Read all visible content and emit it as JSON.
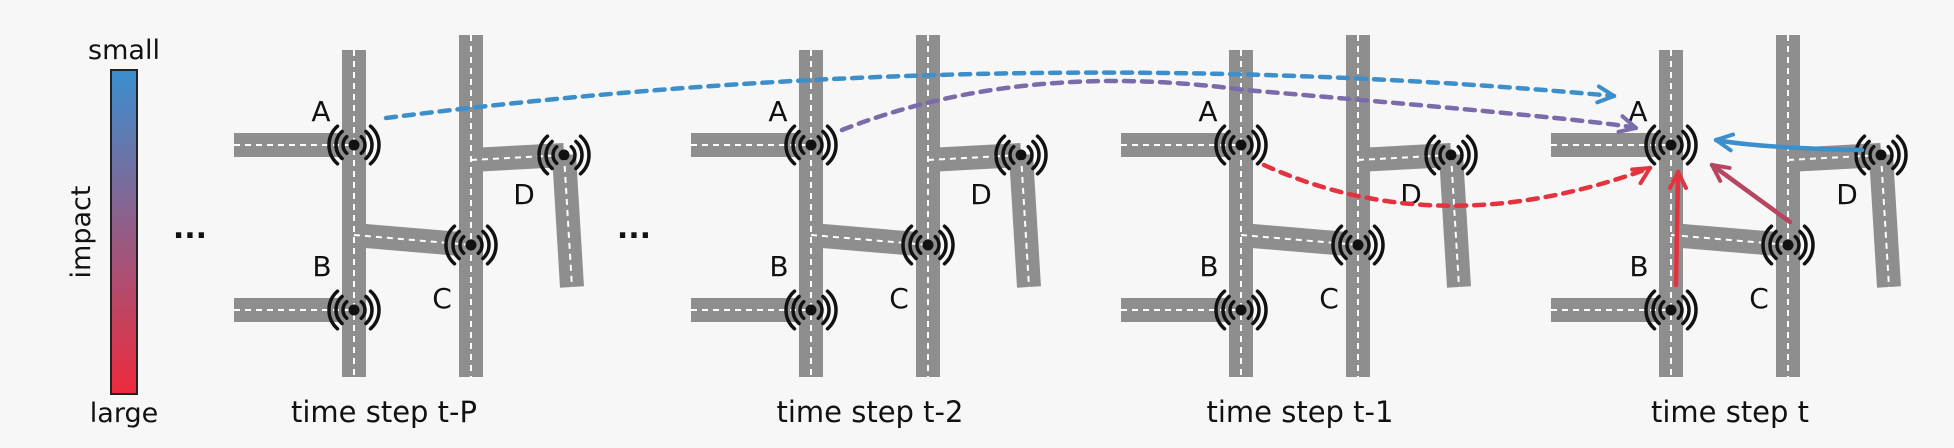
{
  "legend": {
    "top_label": "small",
    "bottom_label": "large",
    "axis_label": "impact",
    "top_color": "#3a8fd0",
    "bottom_color": "#ee2a3c"
  },
  "ellipsis_1": "...",
  "ellipsis_2": "...",
  "panels": [
    {
      "caption": "time step t-P",
      "sensors": [
        "A",
        "B",
        "C",
        "D"
      ]
    },
    {
      "caption": "time step t-2",
      "sensors": [
        "A",
        "B",
        "C",
        "D"
      ]
    },
    {
      "caption": "time step t-1",
      "sensors": [
        "A",
        "B",
        "C",
        "D"
      ]
    },
    {
      "caption": "time step t",
      "sensors": [
        "A",
        "B",
        "C",
        "D"
      ]
    }
  ],
  "colors": {
    "road": "#8e8e8e",
    "lane_marking": "#ffffff",
    "sensor": "#111111",
    "arrow_blue": "#3d8fcb",
    "arrow_purple": "#7b6bab",
    "arrow_red": "#e2333f",
    "arrow_rose": "#b64560"
  },
  "impact_arrows": [
    {
      "from": "t-P A",
      "to": "t A",
      "style": "dashed",
      "impact": "small"
    },
    {
      "from": "t-2 A",
      "to": "t A",
      "style": "dashed",
      "impact": "medium"
    },
    {
      "from": "t-1 A",
      "to": "t A",
      "style": "dashed",
      "impact": "large"
    },
    {
      "from": "t D",
      "to": "t A",
      "style": "solid",
      "impact": "small"
    },
    {
      "from": "t C",
      "to": "t A",
      "style": "solid",
      "impact": "medium-large"
    },
    {
      "from": "t B",
      "to": "t A",
      "style": "solid",
      "impact": "large"
    }
  ]
}
